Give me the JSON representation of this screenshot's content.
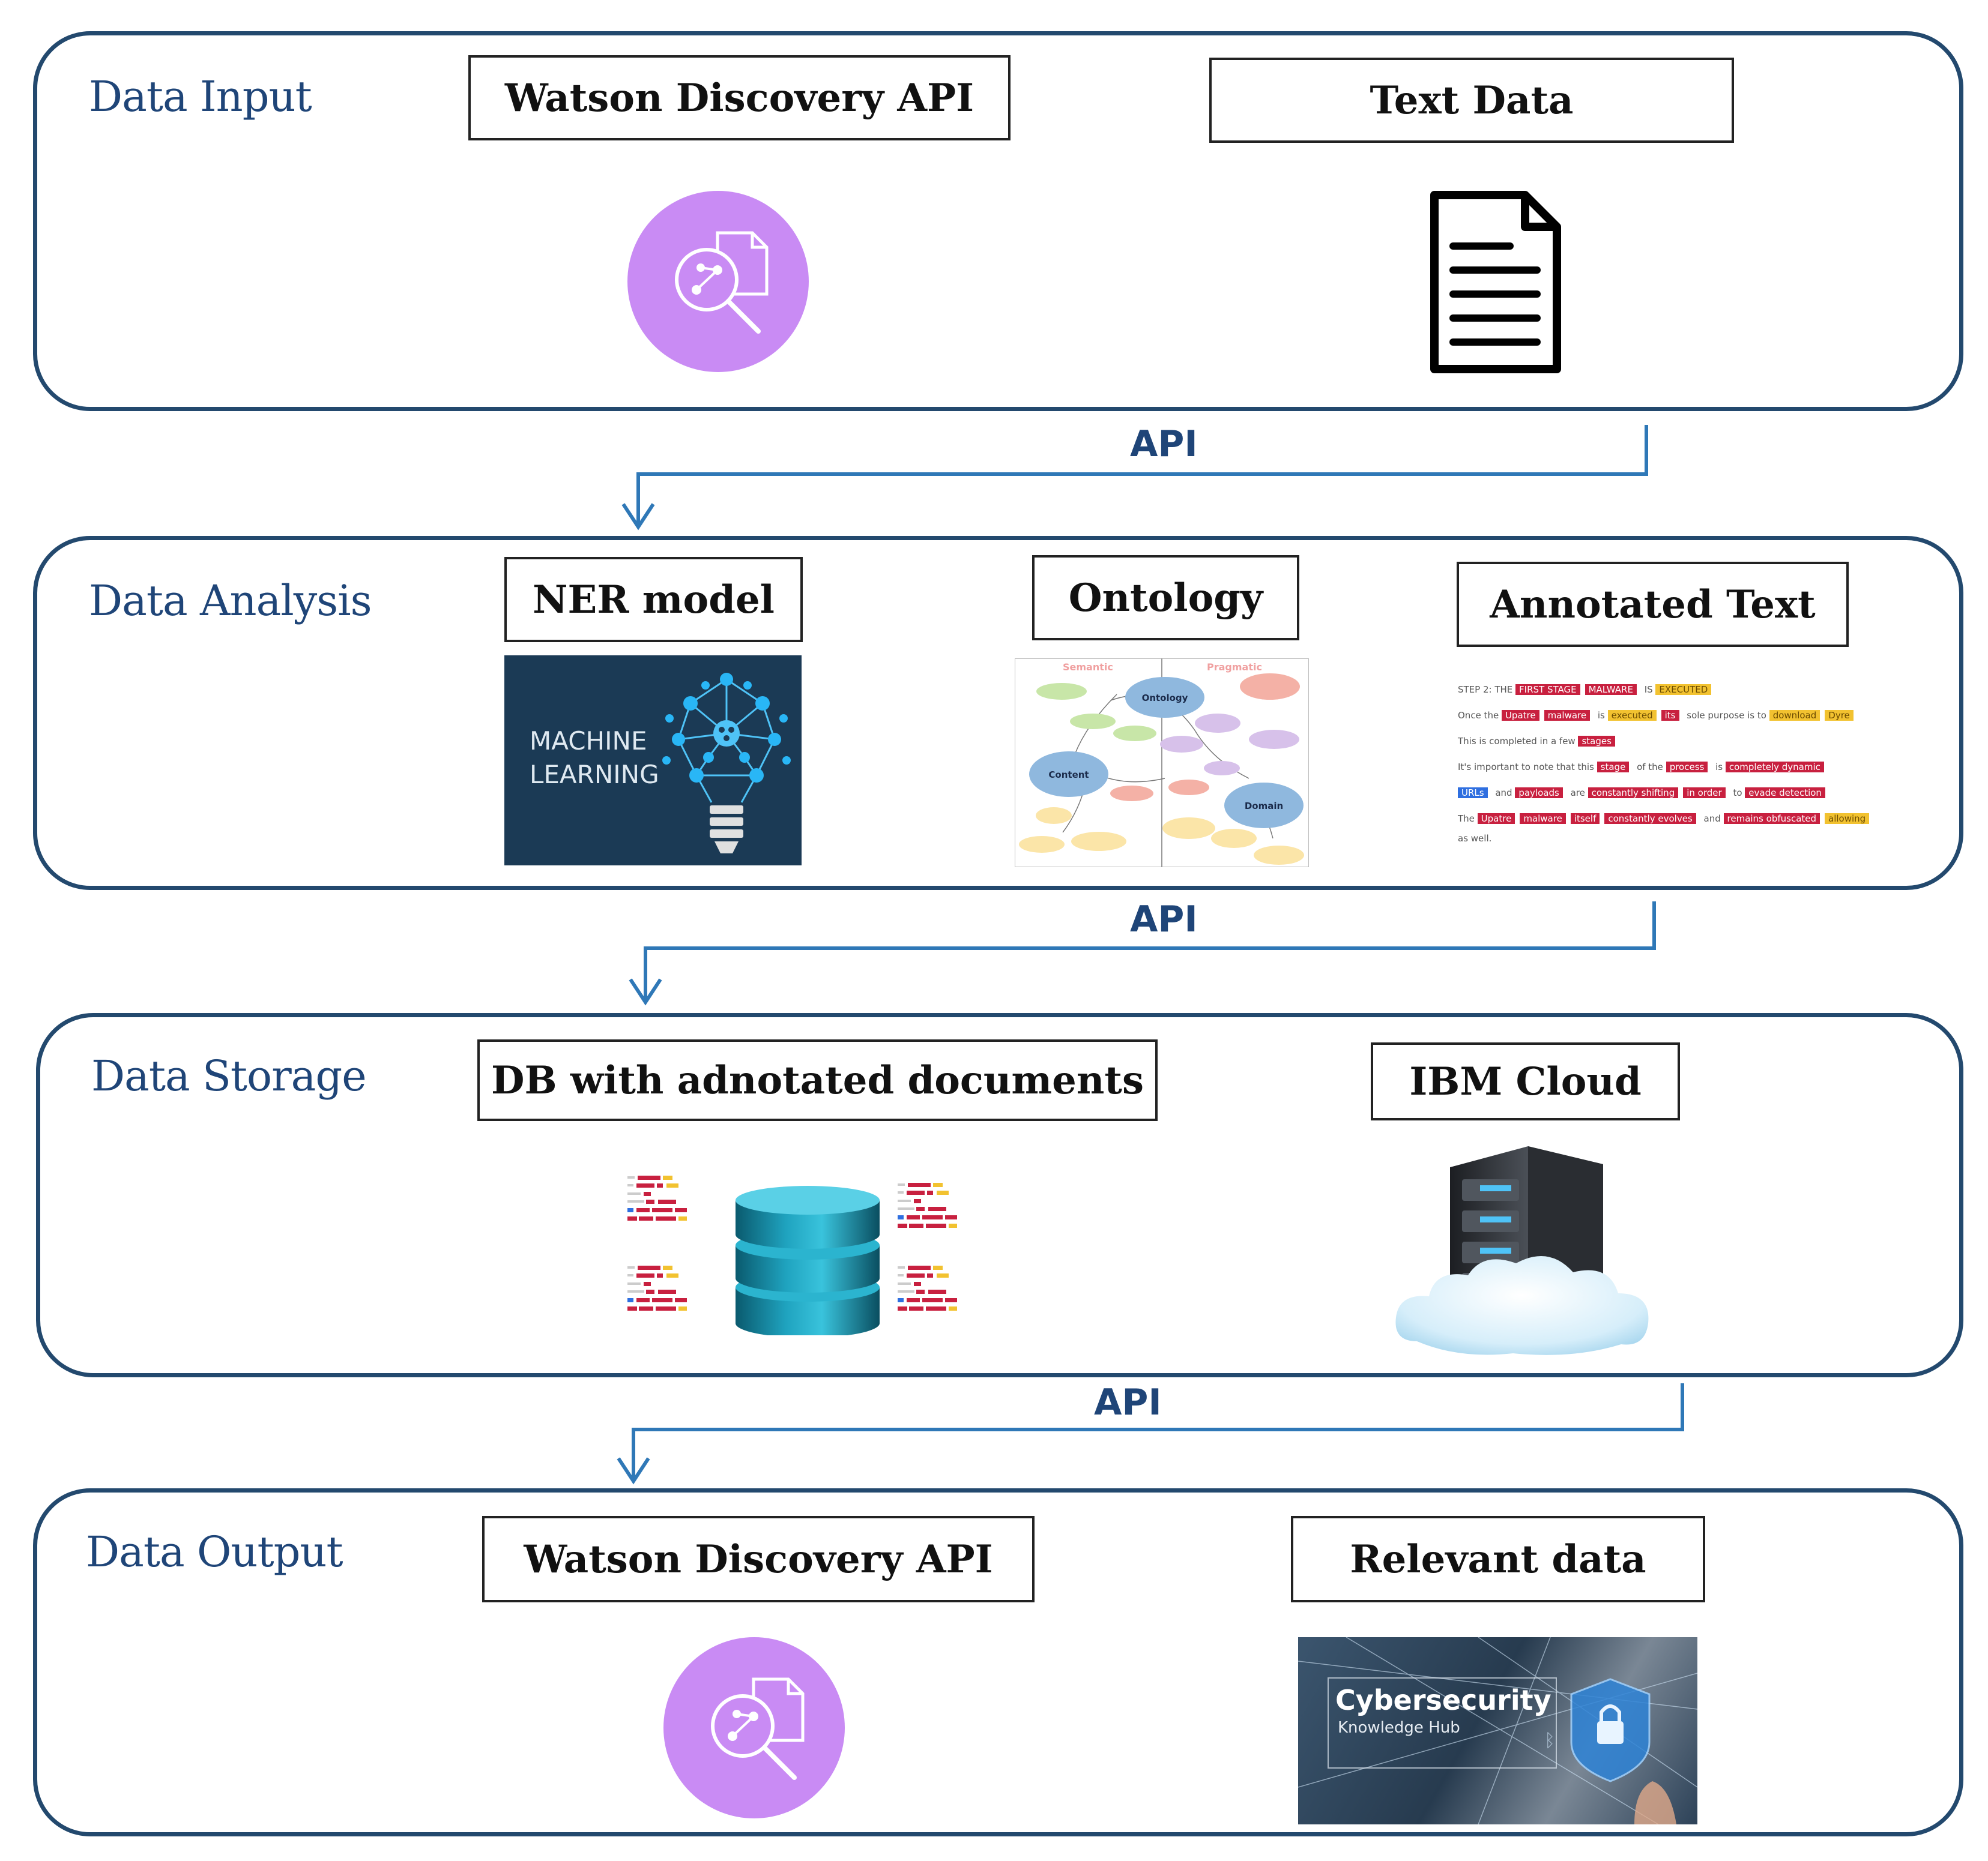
{
  "stages": {
    "input": {
      "title": "Data Input"
    },
    "analysis": {
      "title": "Data Analysis"
    },
    "storage": {
      "title": "Data Storage"
    },
    "output": {
      "title": "Data Output"
    }
  },
  "boxes": {
    "watson_input": "Watson Discovery API",
    "text_data": "Text Data",
    "ner_model": "NER model",
    "ontology": "Ontology",
    "annotated_text": "Annotated Text",
    "db": "DB with adnotated documents",
    "ibm_cloud": "IBM Cloud",
    "watson_output": "Watson Discovery API",
    "relevant_data": "Relevant data"
  },
  "connectors": {
    "api_1": "API",
    "api_2": "API",
    "api_3": "API"
  },
  "ml_image": {
    "line1": "MACHINE",
    "line2": "LEARNING"
  },
  "cyber_image": {
    "title": "Cybersecurity",
    "subtitle": "Knowledge Hub"
  },
  "ontology_image": {
    "left_header": "Semantic",
    "right_header": "Pragmatic",
    "node_ontology": "Ontology",
    "node_content": "Content",
    "node_domain": "Domain"
  },
  "annotated_sample": [
    "STEP 2: THE FIRST STAGE MALWARE IS EXECUTED",
    "Once the Upatre malware is executed its sole purpose is to download Dyre",
    "This is completed in a few stages",
    "It's important to note that this stage of the process is completely dynamic",
    "URLs and payloads are constantly shifting in order to evade detection",
    "The Upatre malware itself constantly evolves and remains obfuscated allowing",
    "as well."
  ],
  "colors": {
    "frame": "#23496e",
    "accent": "#1f4578",
    "connector": "#2f78b7",
    "watson_purple": "#c98bf4"
  }
}
